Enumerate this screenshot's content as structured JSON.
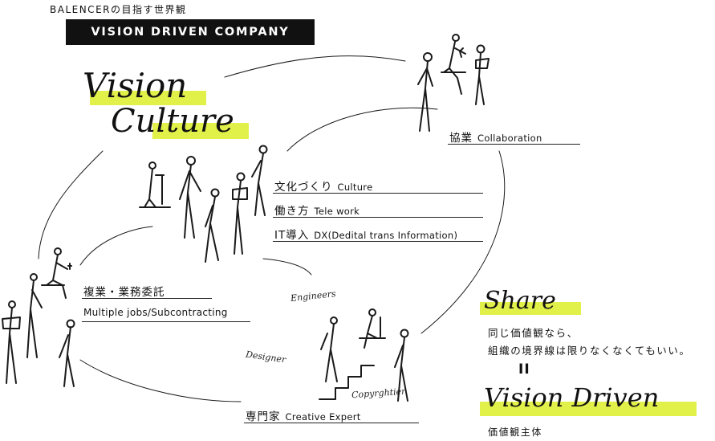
{
  "header": {
    "eyebrow": "BALENCERの目指す世界観",
    "banner": "VISION DRIVEN COMPANY"
  },
  "hero_script": {
    "line1": "Vision",
    "line2": "Culture"
  },
  "culture_items": [
    {
      "jp": "文化づくり",
      "en": "Culture"
    },
    {
      "jp": "働き方",
      "en": "Tele work"
    },
    {
      "jp": "IT導入",
      "en": "DX(Dedital trans Information)"
    }
  ],
  "collaboration": {
    "jp": "協業",
    "en": "Collaboration"
  },
  "multiple_jobs": {
    "jp": "複業・業務委託",
    "en": "Multiple jobs/Subcontracting"
  },
  "expert": {
    "jp": "専門家",
    "en": "Creative Expert",
    "roles": {
      "engineers": "Engineers",
      "designer": "Designer",
      "copywriter": "Copyrghtier"
    }
  },
  "share": {
    "script": "Share",
    "line1": "同じ価値観なら、",
    "line2": "組織の境界線は限りなくなくてもいい。",
    "equals": "II",
    "vision_driven": "Vision Driven",
    "footer": "価値観主体"
  },
  "colors": {
    "accent": "#e2f04a",
    "ink": "#111111"
  },
  "icons": [
    "person-sketch-icon",
    "stairs-sketch-icon"
  ]
}
